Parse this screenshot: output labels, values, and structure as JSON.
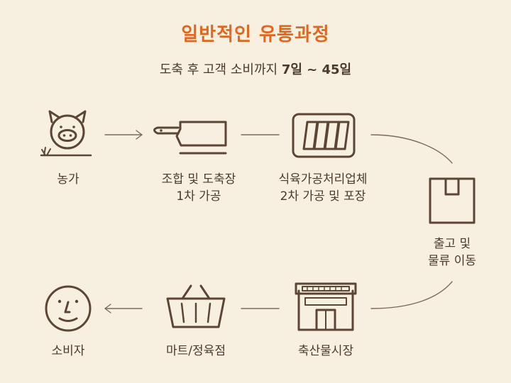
{
  "title": "일반적인 유통과정",
  "subtitle": {
    "prefix": "도축 후 고객 소비까지 ",
    "emphasis": "7일 ~ 45일"
  },
  "stages": [
    {
      "id": "farm",
      "icon": "pig-icon",
      "lines": [
        "농가"
      ]
    },
    {
      "id": "slaughter",
      "icon": "cleaver-icon",
      "lines": [
        "조합 및 도축장",
        "1차 가공"
      ]
    },
    {
      "id": "processing",
      "icon": "meat-package-icon",
      "lines": [
        "식육가공처리업체",
        "2차 가공 및 포장"
      ]
    },
    {
      "id": "shipping",
      "icon": "box-icon",
      "lines": [
        "출고 및",
        "물류 이동"
      ]
    },
    {
      "id": "market",
      "icon": "store-icon",
      "lines": [
        "축산물시장"
      ]
    },
    {
      "id": "retail",
      "icon": "basket-icon",
      "lines": [
        "마트/정육점"
      ]
    },
    {
      "id": "consumer",
      "icon": "face-icon",
      "lines": [
        "소비자"
      ]
    }
  ],
  "colors": {
    "background": "#f7f0e1",
    "title": "#e2661e",
    "icon": "#5b4535",
    "connector": "#7a6a5c"
  }
}
